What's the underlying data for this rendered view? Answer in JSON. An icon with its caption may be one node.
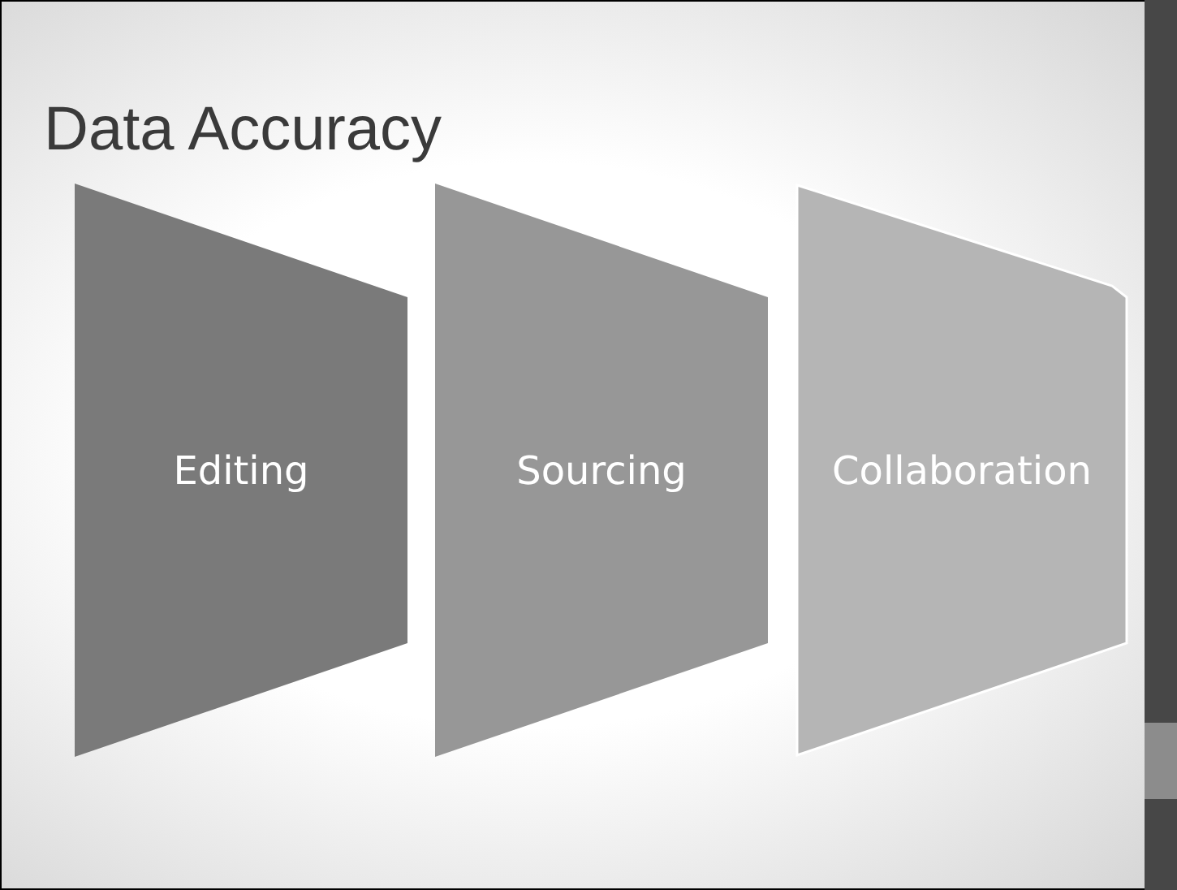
{
  "diagram": {
    "title": "Data Accuracy",
    "nodes": [
      {
        "text": [
          "Editing"
        ]
      },
      {
        "text": [
          "Sourcing"
        ]
      },
      {
        "text": [
          "Collaboration"
        ]
      }
    ]
  }
}
